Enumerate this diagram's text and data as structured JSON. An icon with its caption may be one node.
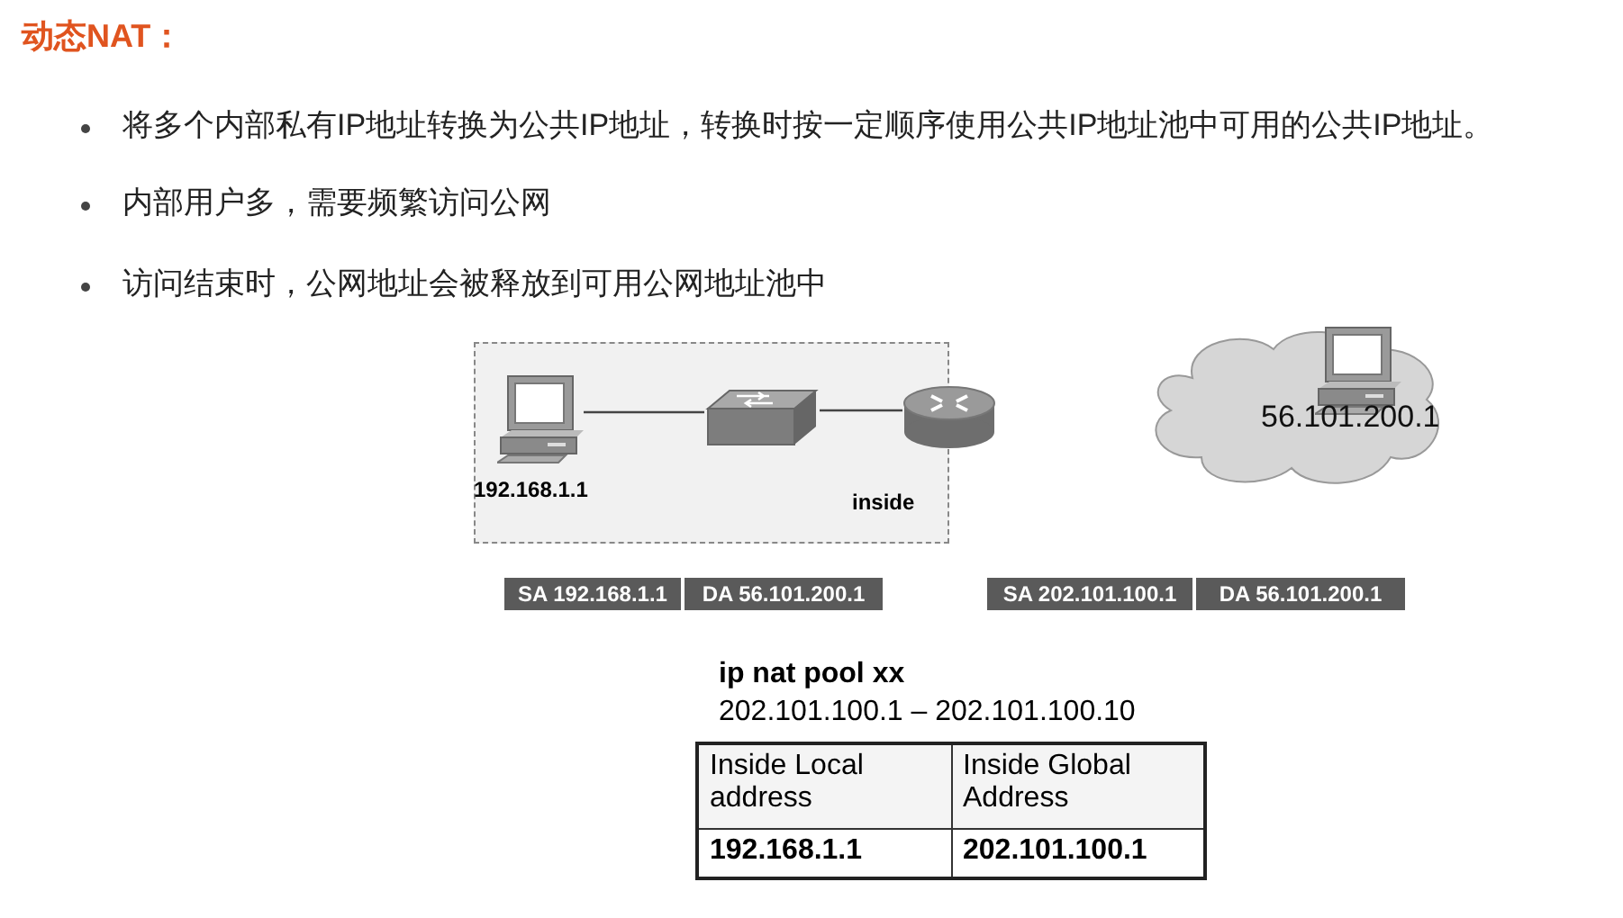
{
  "diagram": {
    "title": "动态NAT：",
    "nodes": [
      {
        "text": [],
        "shape": "box"
      },
      {
        "text": [
          "192.168.1.1"
        ],
        "in": 0
      },
      {
        "text": [],
        "shape": "switch",
        "in": 0
      },
      {
        "text": [],
        "shape": "router",
        "beside": [
          "inside"
        ]
      },
      {
        "text": [],
        "shape": "cloud"
      },
      {
        "text": [
          "56.101.200.1"
        ],
        "in": 4
      }
    ],
    "edges": [
      {
        "from": 1,
        "to": 2,
        "arrow": "none"
      },
      {
        "from": 2,
        "to": 3,
        "arrow": "none"
      }
    ],
    "labels": [
      "将多个内部私有IP地址转换为公共IP地址，转换时按一定顺序使用公共IP地址池中可用的公共IP地址。",
      "内部用户多，需要频繁访问公网",
      "访问结束时，公网地址会被释放到可用公网地址池中",
      "SA 192.168.1.1",
      "DA 56.101.200.1",
      "SA 202.101.100.1",
      "DA 56.101.200.1",
      "ip nat pool xx",
      "202.101.100.1 – 202.101.100.10",
      "Inside Local address",
      "Inside Global Address",
      "192.168.1.1",
      "202.101.100.1"
    ]
  }
}
